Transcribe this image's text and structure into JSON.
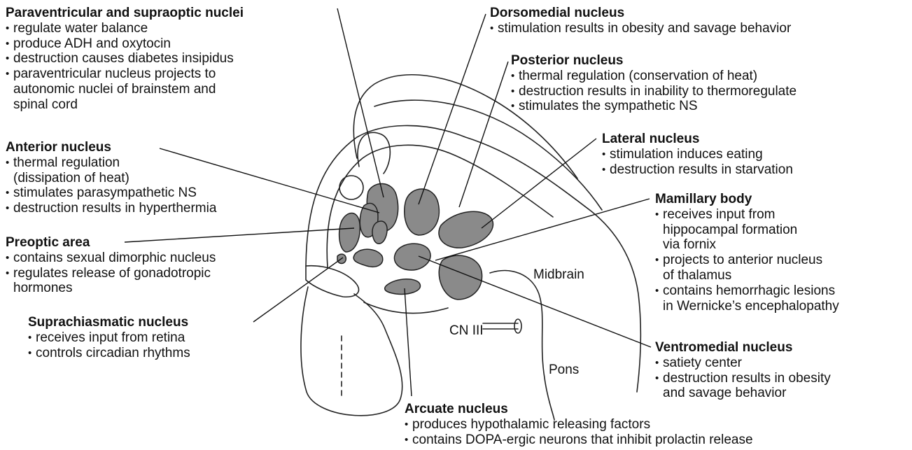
{
  "labels": {
    "midbrain": "Midbrain",
    "cn3": "CN III",
    "pons": "Pons"
  },
  "nuclei": {
    "paraventricular": {
      "title": "Paraventricular and supraoptic nuclei",
      "items": [
        "regulate water balance",
        "produce ADH and oxytocin",
        "destruction causes diabetes insipidus",
        "paraventricular nucleus projects to"
      ],
      "cont": [
        "autonomic nuclei of brainstem and",
        "spinal cord"
      ]
    },
    "anterior": {
      "title": "Anterior nucleus",
      "items": [
        "thermal regulation",
        "stimulates parasympathetic NS",
        "destruction results in hyperthermia"
      ],
      "cont": [
        "(dissipation of heat)"
      ]
    },
    "preoptic": {
      "title": "Preoptic area",
      "items": [
        "contains sexual dimorphic nucleus",
        "regulates release of gonadotropic"
      ],
      "cont": [
        "hormones"
      ]
    },
    "suprachiasmatic": {
      "title": "Suprachiasmatic nucleus",
      "items": [
        "receives input from retina",
        "controls circadian rhythms"
      ]
    },
    "dorsomedial": {
      "title": "Dorsomedial nucleus",
      "items": [
        "stimulation results in obesity and savage behavior"
      ]
    },
    "posterior": {
      "title": "Posterior nucleus",
      "items": [
        "thermal regulation (conservation of heat)",
        "destruction results in inability to thermoregulate",
        "stimulates the sympathetic NS"
      ]
    },
    "lateral": {
      "title": "Lateral nucleus",
      "items": [
        "stimulation induces eating",
        "destruction results in starvation"
      ]
    },
    "mamillary": {
      "title": "Mamillary body",
      "items": [
        "receives input from",
        "projects to anterior nucleus",
        "contains hemorrhagic lesions"
      ],
      "cont": [
        "hippocampal formation",
        "via fornix",
        "of thalamus",
        "in Wernicke’s encephalopathy"
      ]
    },
    "ventromedial": {
      "title": "Ventromedial nucleus",
      "items": [
        "satiety center",
        "destruction results in obesity"
      ],
      "cont": [
        "and savage behavior"
      ]
    },
    "arcuate": {
      "title": "Arcuate nucleus",
      "items": [
        "produces hypothalamic releasing factors",
        "contains DOPA-ergic neurons that inhibit prolactin release"
      ]
    }
  }
}
